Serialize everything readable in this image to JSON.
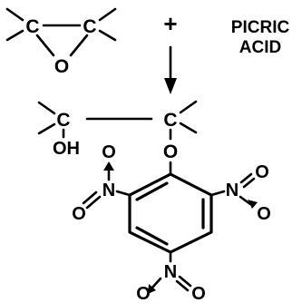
{
  "reagent": {
    "line1": "PICRIC",
    "line2": "ACID"
  },
  "operator": "+",
  "atoms": {
    "carbon": "C",
    "oxygen": "O",
    "hydroxyl": "OH",
    "nitrogen": "N"
  },
  "colors": {
    "ink": "#000000",
    "background": "#ffffff"
  }
}
